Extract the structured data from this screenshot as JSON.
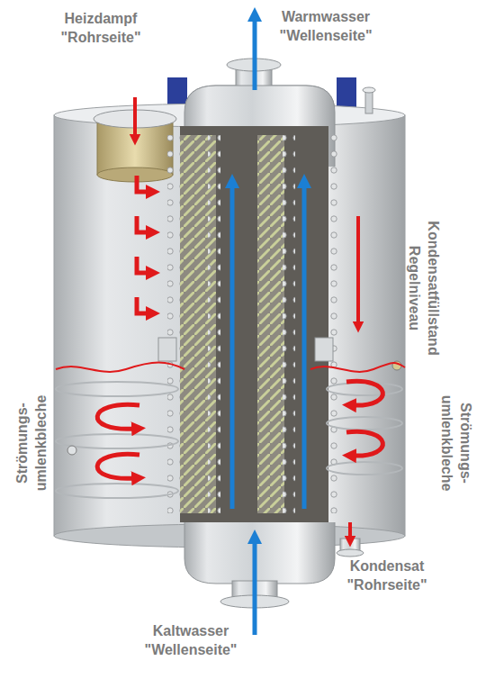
{
  "diagram": {
    "labels": [
      "Heizdampf \"Rohrseite\"",
      "Warmwasser \"Wellenseite\"",
      "Kondensatfüllstand Regelniveau",
      "Strömungs- umlenkbleche",
      "Strömungs- umlenkbleche",
      "Kondensat \"Rohrseite\"",
      "Kaltwasser \"Wellenseite\""
    ]
  }
}
